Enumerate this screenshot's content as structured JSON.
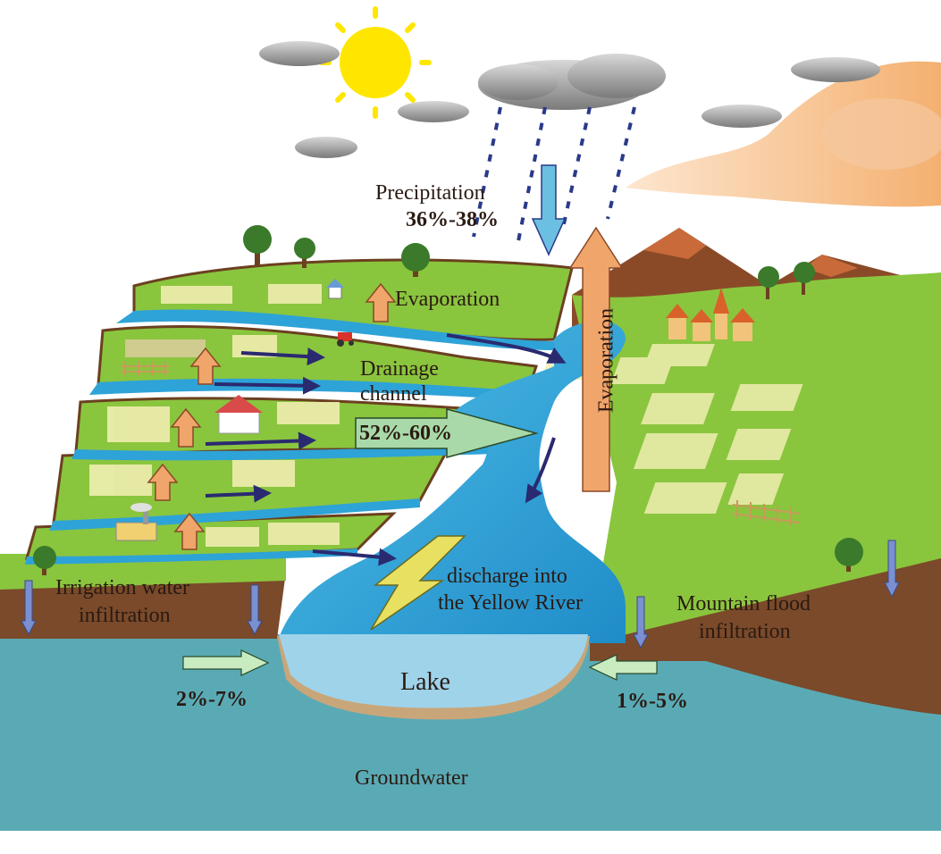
{
  "labels": {
    "precipitation": "Precipitation",
    "precipitation_pct": "36%-38%",
    "evaporation_top": "Evaporation",
    "evaporation_vertical": "Evaporation",
    "drainage_line1": "Drainage",
    "drainage_line2": "channel",
    "drainage_pct": "52%-60%",
    "discharge_line1": "discharge into",
    "discharge_line2": "the Yellow River",
    "irrigation_line1": "Irrigation water",
    "irrigation_line2": "infiltration",
    "mountain_line1": "Mountain flood",
    "mountain_line2": "infiltration",
    "lake": "Lake",
    "left_pct": "2%-7%",
    "right_pct": "1%-5%",
    "groundwater": "Groundwater"
  },
  "colors": {
    "groundwater": "#5aaab5",
    "river": "#2ea3d8",
    "lake": "#9fd3ea",
    "grass": "#8ac53e",
    "soil": "#7a4a2a",
    "evaporation_arrow": "#f0a56b",
    "precipitation_arrow": "#6bbfe0",
    "drainage_arrow": "#a9d9a8",
    "discharge_arrow": "#e8e060",
    "sun": "#ffe600",
    "cloud": "#9a9a9a",
    "rain": "#2a3a8a"
  },
  "icons": [
    "sun-icon",
    "cloud-icon",
    "tree-icon",
    "house-icon",
    "tractor-icon",
    "factory-icon",
    "mountain-icon",
    "village-icon",
    "fence-icon"
  ]
}
